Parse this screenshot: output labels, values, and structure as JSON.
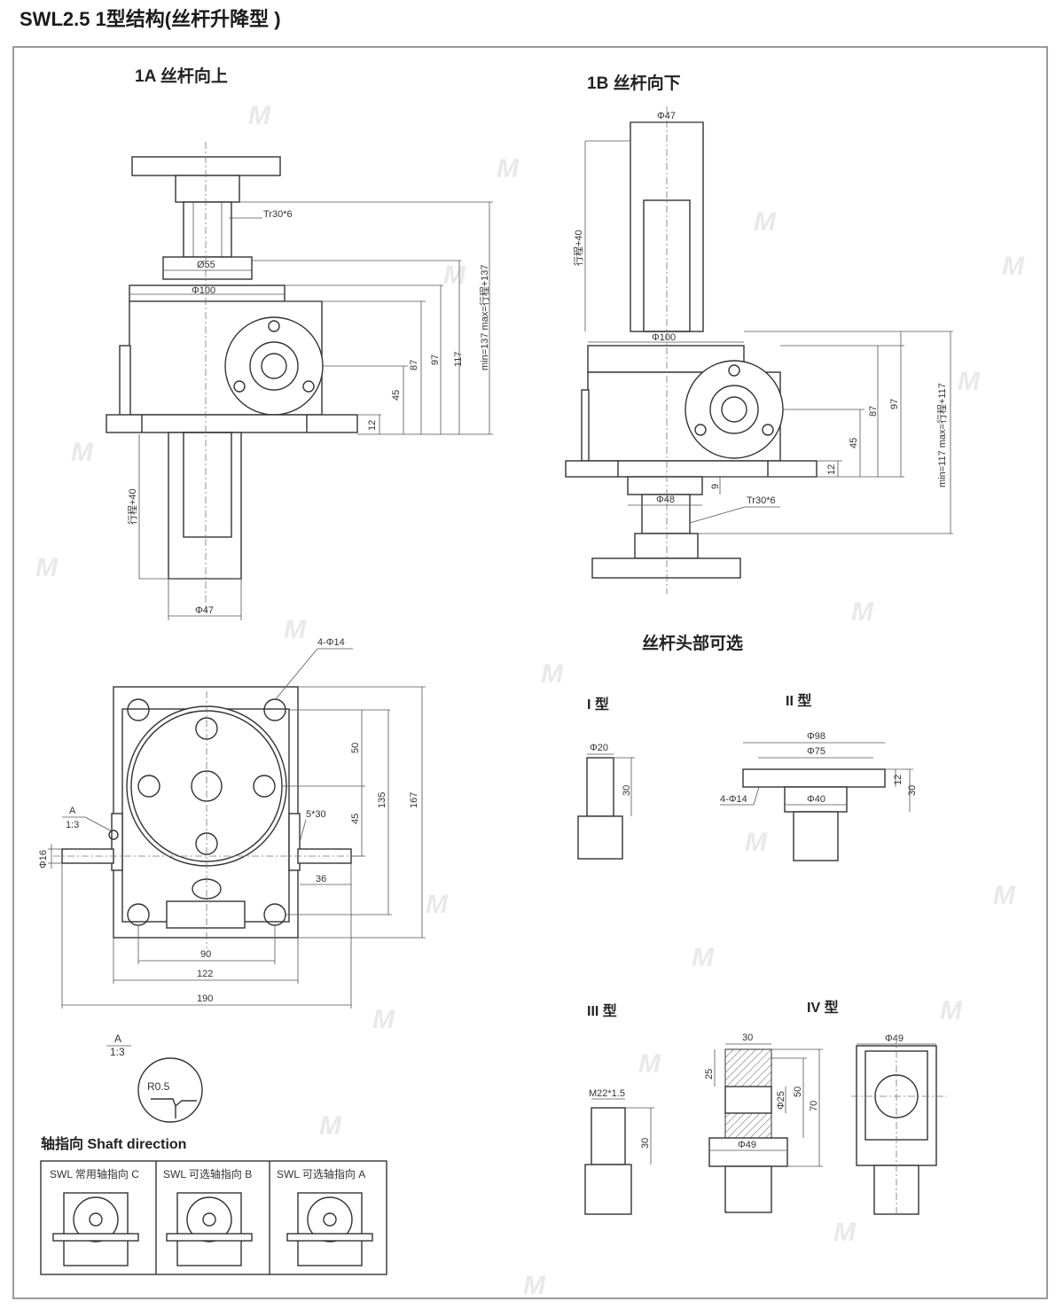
{
  "title": "SWL2.5 1型结构(丝杆升降型 )",
  "views": {
    "up_title": "1A 丝杆向上",
    "down_title": "1B 丝杆向下",
    "options_title": "丝杆头部可选",
    "type1": "I 型",
    "type2": "II 型",
    "type3": "III 型",
    "type4": "IV 型",
    "detail_label": "A",
    "detail_scale": "1:3",
    "shaft_title": "轴指向  Shaft direction",
    "shaft_c": "SWL 常用轴指向 C",
    "shaft_b": "SWL 可选轴指向 B",
    "shaft_a": "SWL 可选轴指向 A"
  },
  "dims_1a": {
    "tr": "Tr30*6",
    "d55": "Ø55",
    "d100": "Φ100",
    "v87": "87",
    "v97": "97",
    "v117": "117",
    "minmax": "min=137 max=行程+137",
    "v45": "45",
    "v12": "12",
    "stroke": "行程+40",
    "d47": "Φ47"
  },
  "dims_1b": {
    "d47": "Φ47",
    "stroke": "行程+40",
    "d100": "Φ100",
    "v87": "87",
    "v97": "97",
    "minmax": "min=117 max=行程+117",
    "v45": "45",
    "v12": "12",
    "v9": "9",
    "d48": "Φ48",
    "tr": "Tr30*6"
  },
  "dims_plan": {
    "holes": "4-Φ14",
    "v50": "50",
    "v135": "135",
    "v167": "167",
    "v45": "45",
    "key": "5*30",
    "v36": "36",
    "d16": "Φ16",
    "v90": "90",
    "v122": "122",
    "v190": "190",
    "a_label": "A",
    "a_scale": "1:3",
    "r05": "R0.5"
  },
  "dims_heads": {
    "t1_d20": "Φ20",
    "t1_30": "30",
    "t2_d98": "Φ98",
    "t2_d75": "Φ75",
    "t2_12": "12",
    "t2_30": "30",
    "t2_holes": "4-Φ14",
    "t2_d40": "Φ40",
    "t3_m22": "M22*1.5",
    "t3_30": "30",
    "t4_30": "30",
    "t4_25": "25",
    "t4_d25": "Φ25",
    "t4_50": "50",
    "t4_70": "70",
    "t4_d49a": "Φ49",
    "t4_d49b": "Φ49"
  },
  "watermark": "M"
}
